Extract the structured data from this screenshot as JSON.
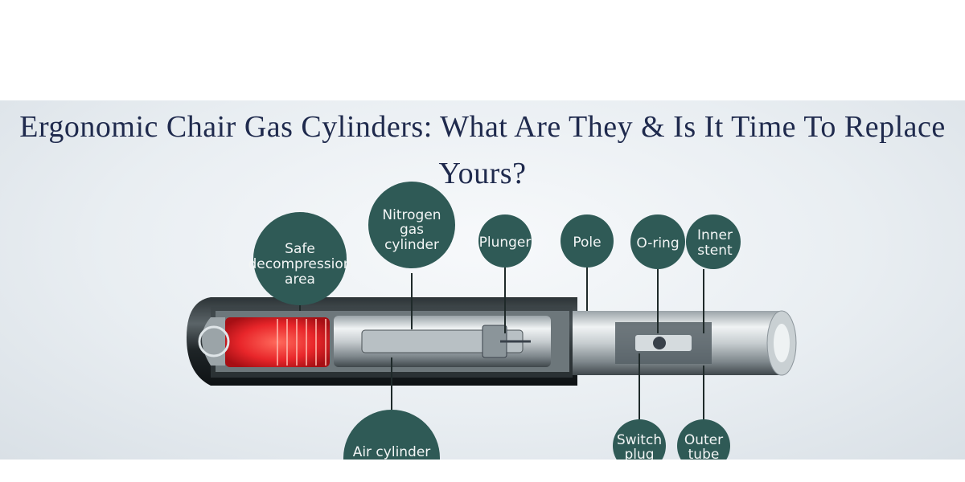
{
  "page": {
    "title": "Ergonomic Chair Gas Cylinders: What Are They & Is It Time To Replace Yours?"
  },
  "diagram": {
    "callouts": {
      "safe_decompression": [
        "Safe",
        "decompression",
        "area"
      ],
      "nitrogen_gas_cylinder": [
        "Nitrogen",
        "gas",
        "cylinder"
      ],
      "plunger": [
        "Plunger"
      ],
      "pole": [
        "Pole"
      ],
      "o_ring": [
        "O-ring"
      ],
      "inner_stent": [
        "Inner",
        "stent"
      ],
      "air_cylinder": [
        "Air cylinder"
      ],
      "switch_plug": [
        "Switch",
        "plug"
      ],
      "outer_tube": [
        "Outer",
        "tube"
      ]
    },
    "colors": {
      "bubble": "#2f5a56",
      "title": "#1f2a4d",
      "chamber_red": "#e8262a",
      "background": "#e9eef2"
    }
  }
}
